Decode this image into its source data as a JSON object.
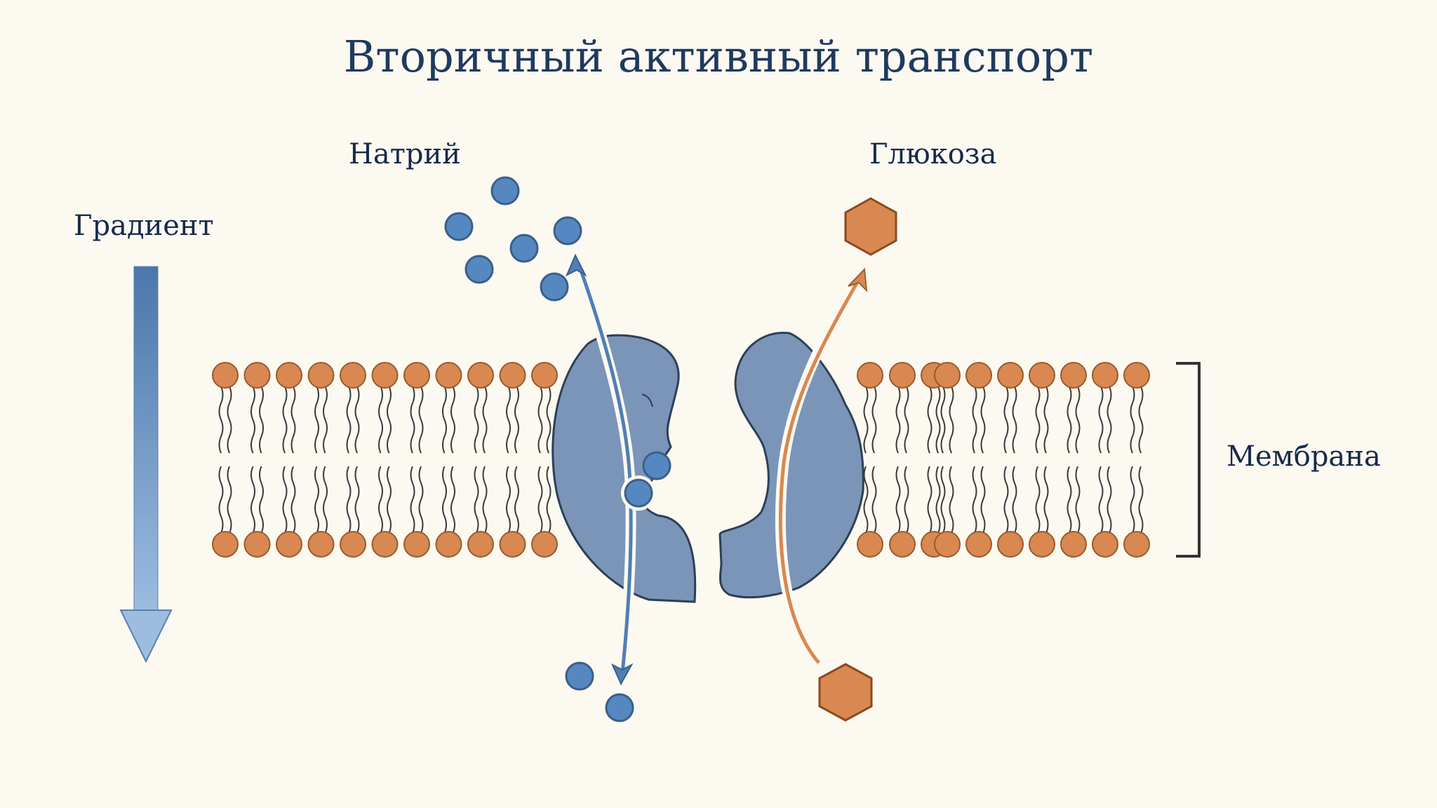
{
  "title": "Вторичный активный транспорт",
  "labels": {
    "sodium": "Натрий",
    "glucose": "Глюкоза",
    "gradient": "Градиент",
    "membrane": "Мембрана"
  },
  "colors": {
    "background": "#fcf9f1",
    "title_text": "#1f3a5f",
    "label_text": "#172a4a",
    "sodium": "#5588c0",
    "sodium_outline": "#3a5f8a",
    "glucose": "#d88850",
    "glucose_outline": "#8a4a20",
    "lipid_head": "#d88850",
    "lipid_tail": "#3a3a3a",
    "protein": "#7a95b8",
    "protein_outline": "#2e3f55",
    "bracket": "#333333"
  },
  "icons": {
    "sodium_particle": "blue-circle",
    "glucose_molecule": "orange-hexagon",
    "sodium_path": "blue-arrow",
    "glucose_path": "orange-arrow",
    "gradient_arrow": "down-arrow",
    "membrane_bracket": "right-bracket"
  }
}
